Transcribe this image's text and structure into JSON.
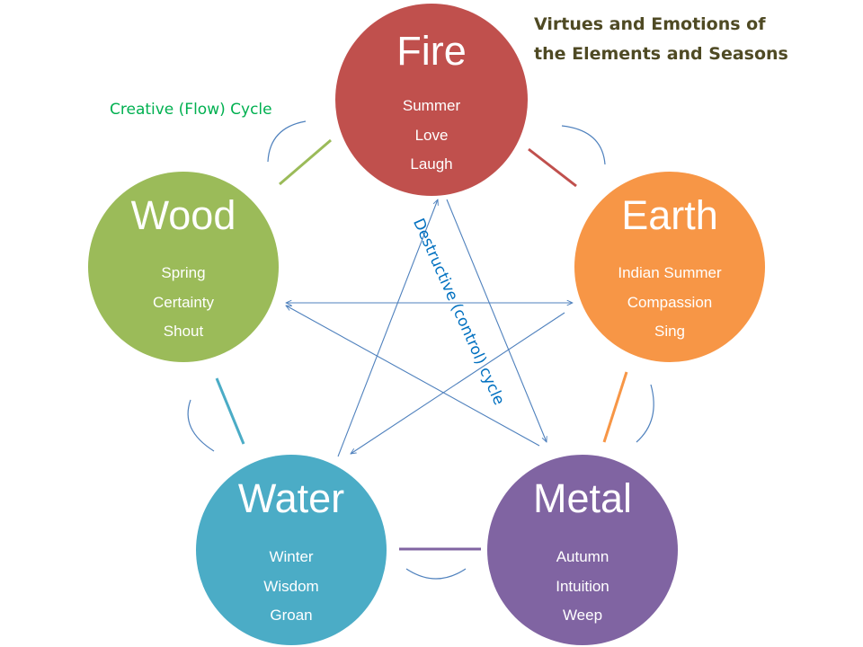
{
  "title": {
    "line1": "Virtues and Emotions of",
    "line2": "the Elements and Seasons"
  },
  "creative_cycle": {
    "label": "Creative  (Flow) Cycle",
    "color": "#00b050"
  },
  "destructive_cycle": {
    "label": "Destructive (control) cycle",
    "color": "#0070c0",
    "arrow_color": "#4f81bd"
  },
  "connector_arc_color": "#4f81bd",
  "elements": {
    "fire": {
      "name": "Fire",
      "season": "Summer",
      "virtue": "Love",
      "sound": "Laugh",
      "color": "#c0504d"
    },
    "earth": {
      "name": "Earth",
      "season": "Indian Summer",
      "virtue": "Compassion",
      "sound": "Sing",
      "color": "#f79646"
    },
    "metal": {
      "name": "Metal",
      "season": "Autumn",
      "virtue": "Intuition",
      "sound": "Weep",
      "color": "#8064a2"
    },
    "water": {
      "name": "Water",
      "season": "Winter",
      "virtue": "Wisdom",
      "sound": "Groan",
      "color": "#4bacc6"
    },
    "wood": {
      "name": "Wood",
      "season": "Spring",
      "virtue": "Certainty",
      "sound": "Shout",
      "color": "#9bbb59"
    }
  }
}
